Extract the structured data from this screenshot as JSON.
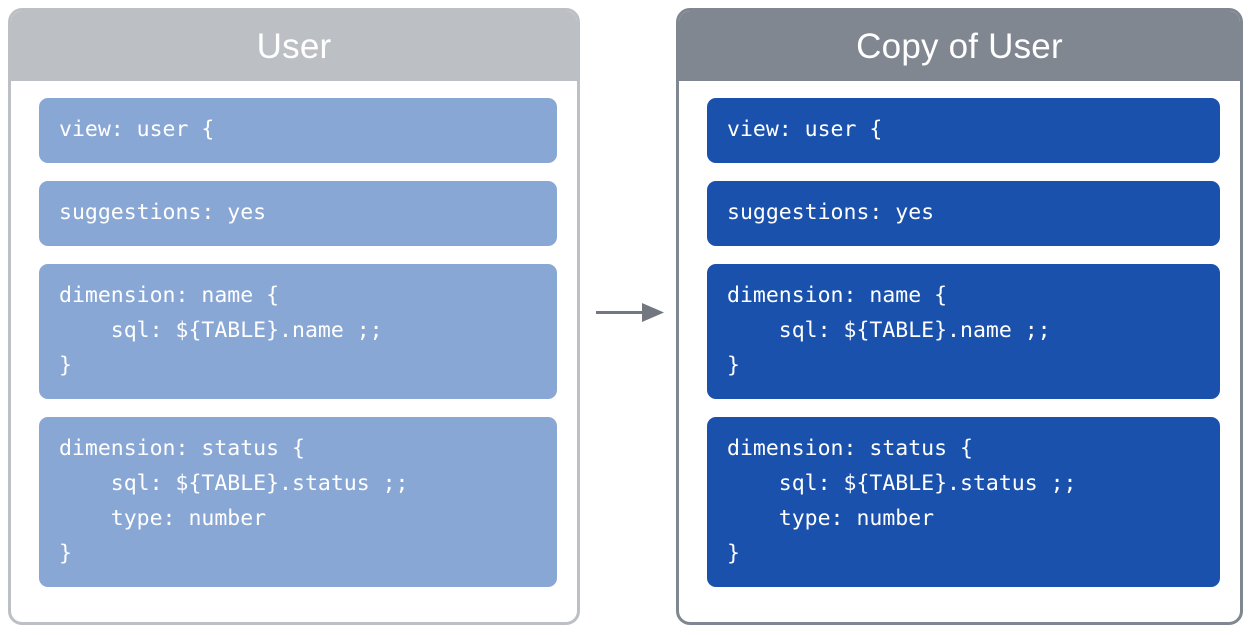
{
  "diagram": {
    "kind": "before-after-copy-diagram",
    "arrow": {
      "name": "copy-arrow",
      "direction": "right",
      "color": "#73777f"
    },
    "colors": {
      "source_header": "#bcc0c4",
      "source_block": "#89a7d5",
      "source_border": "#bcc0c4",
      "copy_header": "#808791",
      "copy_block": "#1a51ac",
      "copy_border": "#808791",
      "text_on_block": "#ffffff",
      "title_text": "#ffffff",
      "canvas": "#ffffff"
    }
  },
  "panels": [
    {
      "id": "source",
      "title": "User",
      "blocks": [
        {
          "id": "view",
          "code": "view: user {"
        },
        {
          "id": "suggestions",
          "code": "suggestions: yes"
        },
        {
          "id": "dimension-name",
          "code": "dimension: name {\n    sql: ${TABLE}.name ;;\n}"
        },
        {
          "id": "dimension-status",
          "code": "dimension: status {\n    sql: ${TABLE}.status ;;\n    type: number\n}"
        }
      ]
    },
    {
      "id": "copy",
      "title": "Copy of User",
      "blocks": [
        {
          "id": "view",
          "code": "view: user {"
        },
        {
          "id": "suggestions",
          "code": "suggestions: yes"
        },
        {
          "id": "dimension-name",
          "code": "dimension: name {\n    sql: ${TABLE}.name ;;\n}"
        },
        {
          "id": "dimension-status",
          "code": "dimension: status {\n    sql: ${TABLE}.status ;;\n    type: number\n}"
        }
      ]
    }
  ]
}
